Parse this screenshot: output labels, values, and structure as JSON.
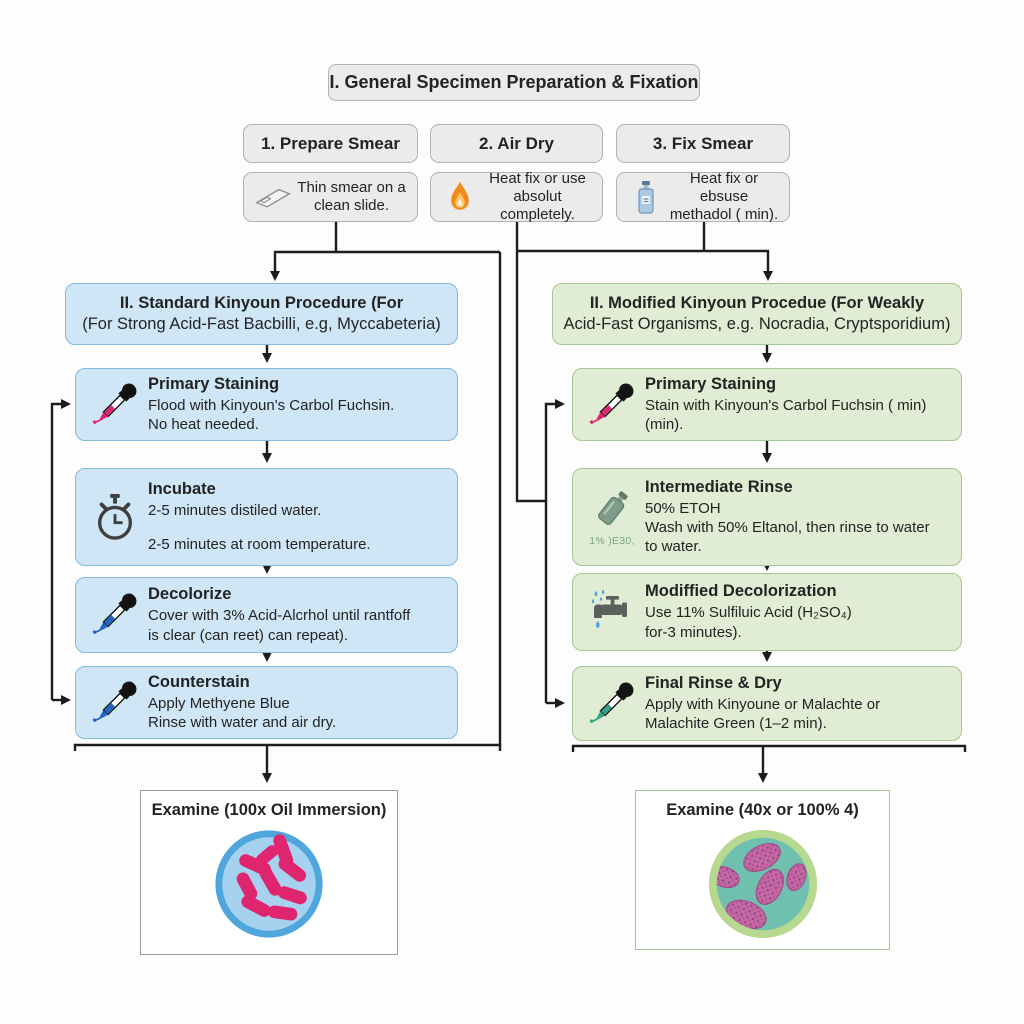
{
  "header": {
    "title": "I. General Specimen Preparation & Fixation"
  },
  "prep": {
    "steps": [
      {
        "label": "1. Prepare Smear",
        "desc_line1": "Thin smear on a",
        "desc_line2": "clean slide.",
        "icon": "slide-icon"
      },
      {
        "label": "2. Air Dry",
        "desc_line1": "Heat fix or use",
        "desc_line2": "absolut completely.",
        "icon": "flame-icon"
      },
      {
        "label": "3. Fix Smear",
        "desc_line1": "Heat fix or ebsuse",
        "desc_line2": "methadol ( min).",
        "icon": "bottle-icon"
      }
    ]
  },
  "left": {
    "title_line1": "II. Standard Kinyoun Procedure (For",
    "title_line2": "(For Strong Acid-Fast Bacbilli, e.g, Myccabeteria)",
    "steps": [
      {
        "title": "Primary Staining",
        "line1": "Flood with Kinyoun's Carbol Fuchsin.",
        "line2": "No heat needed."
      },
      {
        "title": "Incubate",
        "line1": "2-5 minutes distiled water.",
        "line2": "2-5 minutes at room temperature."
      },
      {
        "title": "Decolorize",
        "line1": "Cover with 3% Acid-Alcrhol until rantfoff",
        "line2": "is clear (can reet) can repeat)."
      },
      {
        "title": "Counterstain",
        "line1": "Apply Methyene Blue",
        "line2": "Rinse with water and air dry."
      }
    ],
    "examine": "Examine (100x Oil Immersion)"
  },
  "right": {
    "title_line1": "II. Modified Kinyoun Procedue (For Weakly",
    "title_line2": "Acid-Fast Organisms, e.g. Nocradia, Cryptsporidium)",
    "steps": [
      {
        "title": "Primary Staining",
        "line1": "Stain with Kinyoun's Carbol Fuchsin ( min)",
        "line2": "(min)."
      },
      {
        "title": "Intermediate Rinse",
        "line1": "50% ETOH",
        "line2": "Wash with 50% Eltanol, then rinse to water",
        "line3": "to water.",
        "icon_caption": "1% )E30,"
      },
      {
        "title": "Modiffied Decolorization",
        "line1": "Use 11% Sulfiluic Acid (H₂SO₄)",
        "line2": "for-3 minutes)."
      },
      {
        "title": "Final Rinse & Dry",
        "line1": "Apply with Kinyoune or Malachte or",
        "line2": "Malachite Green (1–2 min)."
      }
    ],
    "examine": "Examine (40x or 100% 4)"
  },
  "colors": {
    "left_fill": "#cfe6f6",
    "left_border": "#85b9dd",
    "right_fill": "#e0ecd4",
    "right_border": "#a6c795",
    "gray_fill": "#ebebeb",
    "line": "#1c1c1c",
    "stain_pink": "#e0246e",
    "stain_blue": "#1c64c8",
    "stain_teal": "#33a183"
  }
}
